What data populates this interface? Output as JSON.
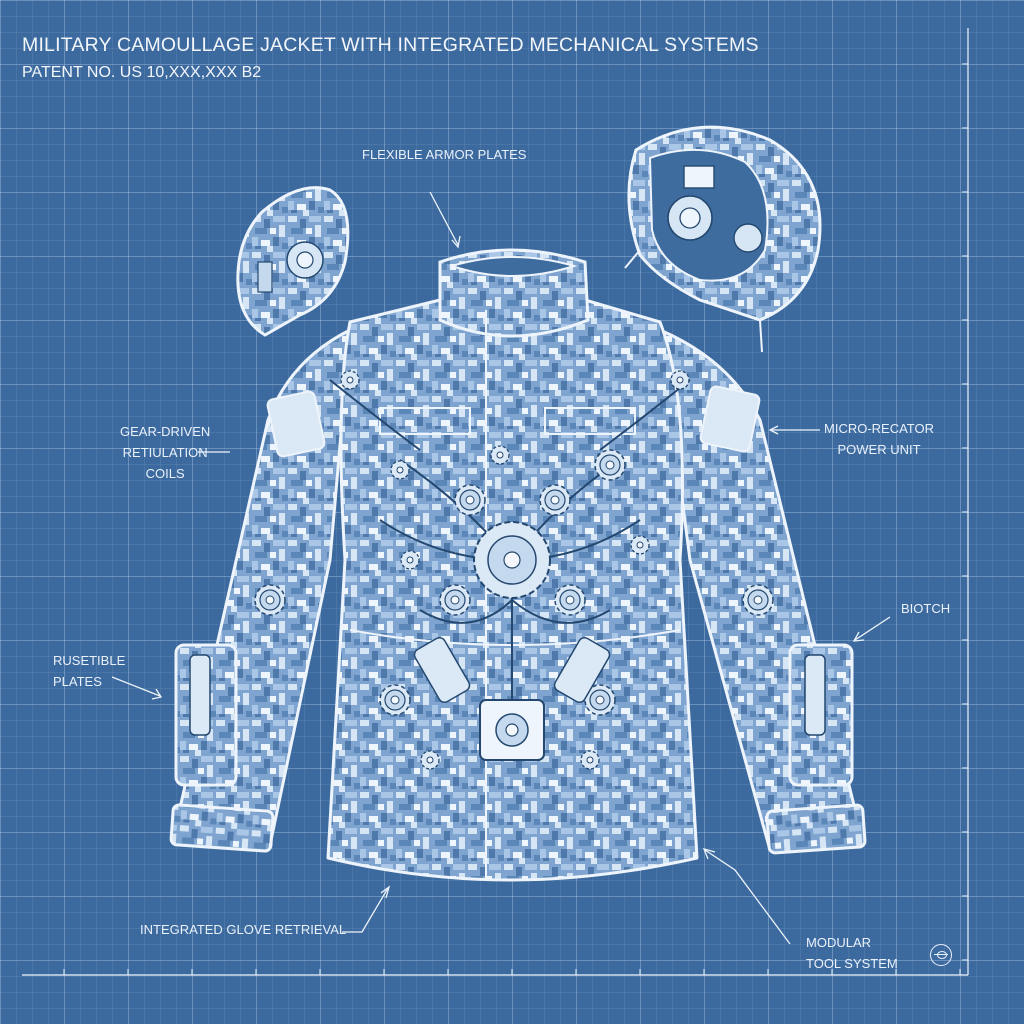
{
  "header": {
    "title": "MILITARY CAMOULLAGE JACKET WITH INTEGRATED MECHANICAL SYSTEMS",
    "patent": "PATENT NO. US 10,XXX,XXX B2"
  },
  "callouts": {
    "armor": "FLEXIBLE ARMOR PLATES",
    "gear": "GEAR-DRIVEN\nRETIULATION\nCOILS",
    "reactor": "MICRO-RECATOR\nPOWER UNIT",
    "biotch": "BIOTCH",
    "plates": "RUSETIBLE\nPLATES",
    "glove": "INTEGRATED GLOVE RETRIEVAL",
    "tool": "MODULAR\nTOOL SYSTEM"
  },
  "colors": {
    "background": "#3d6a9e",
    "line": "#eef4fb",
    "camo_dark": "#5b86b8",
    "camo_mid": "#8fb2d8",
    "camo_light": "#d6e6f5"
  }
}
